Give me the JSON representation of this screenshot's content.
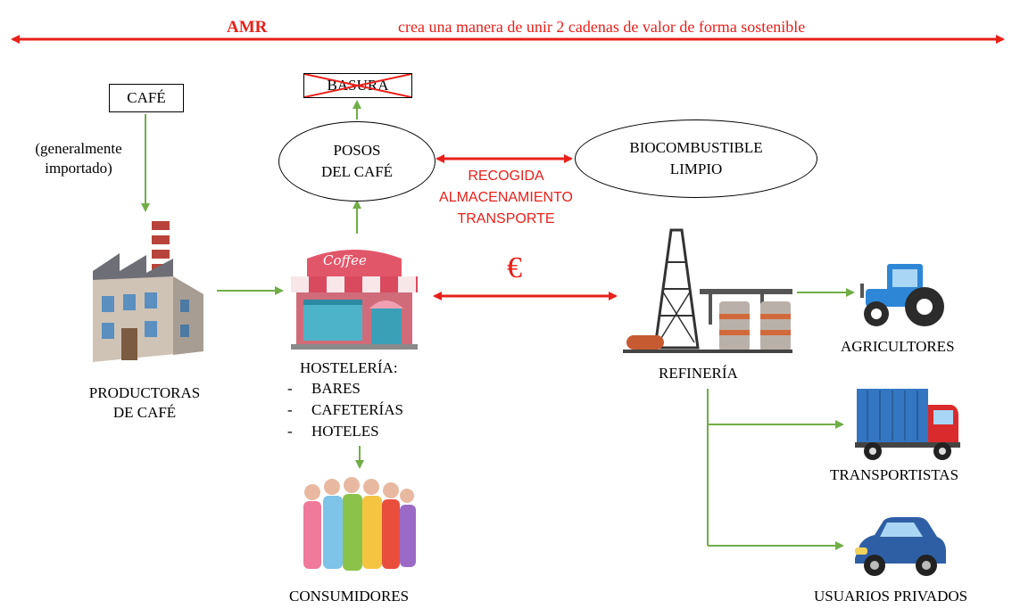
{
  "header": {
    "title": "AMR",
    "subtitle": "crea una manera de unir 2 cadenas de valor de forma sostenible"
  },
  "nodes": {
    "cafe_box": "CAFÉ",
    "cafe_note_line1": "(generalmente",
    "cafe_note_line2": "importado)",
    "basura_box": "BASURA",
    "posos_line1": "POSOS",
    "posos_line2": "DEL CAFÉ",
    "bio_line1": "BIOCOMBUSTIBLE",
    "bio_line2": "LIMPIO",
    "process_line1": "RECOGIDA",
    "process_line2": "ALMACENAMIENTO",
    "process_line3": "TRANSPORTE",
    "currency": "€",
    "productoras_line1": "PRODUCTORAS",
    "productoras_line2": "DE CAFÉ",
    "hosteleria_title": "HOSTELERÍA:",
    "hosteleria_items": [
      "BARES",
      "CAFETERÍAS",
      "HOTELES"
    ],
    "list_dash": "-",
    "consumidores": "CONSUMIDORES",
    "refineria": "REFINERÍA",
    "agricultores": "AGRICULTORES",
    "transportistas": "TRANSPORTISTAS",
    "usuarios": "USUARIOS PRIVADOS",
    "coffee_sign": "Coffee"
  },
  "colors": {
    "red": "#e8201a",
    "green": "#70ad47",
    "black": "#000000"
  },
  "icons": [
    "factory-icon",
    "coffee-shop-icon",
    "people-icon",
    "refinery-icon",
    "tractor-icon",
    "truck-icon",
    "car-icon"
  ]
}
